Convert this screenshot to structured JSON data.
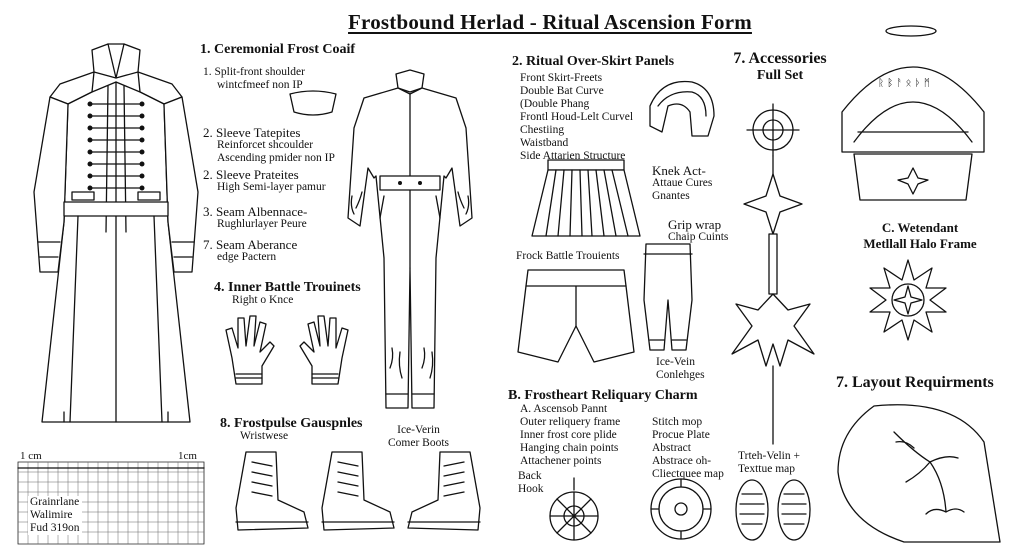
{
  "title": "Frostbound Herlad - Ritual Ascension Form",
  "section_coif": {
    "heading": "1. Ceremonial Frost Coaif",
    "item1": [
      "1.  Split-front shoulder",
      "wintcfmeef non IP"
    ],
    "item2": [
      "2.  Sleeve Tatepites",
      "Reinforcet shcoulder",
      "Ascending pmider non IP"
    ],
    "item3": [
      "2.  Sleeve Prateites",
      "High Semi-layer pamur"
    ],
    "item4": [
      "3.  Seam Albennace-",
      "Rughlurlayer Peure"
    ],
    "item5": [
      "7.  Seam Aberance",
      "edge Pactern"
    ]
  },
  "section_gloves": {
    "heading": "4. Inner Battle Trouinets",
    "sub": "Right  o Knce"
  },
  "section_gauntlets": {
    "heading": "8. Frostpulse Gauspnles",
    "sub": "Wristwese"
  },
  "boots_label": [
    "Ice-Verin",
    "Comer Boots"
  ],
  "scale": {
    "left": "1 cm",
    "right": "1cm",
    "lines": [
      "Grainrlane",
      "Walimire",
      "Fud 319on"
    ]
  },
  "section_skirt": {
    "heading": "2. Ritual Over-Skirt Panels",
    "items": [
      "Front Skirt-Freets",
      "Double Bat Curve",
      "(Double Phang",
      "Frontl Houd-Lelt Curvel",
      "Chestiing",
      "Waistband",
      "Side Attarien Structure"
    ]
  },
  "knee_label": [
    "Knek Act-",
    "Attaue Cures",
    "Gnantes"
  ],
  "grip_label": [
    "Grip wrap",
    "Chaip Cuints"
  ],
  "frock_label": "Frock Battle Trouients",
  "icevein_label": [
    "Ice-Vein",
    "Conlehges"
  ],
  "section_charm": {
    "heading": "B. Frostheart Reliquary Charm",
    "left": [
      "A. Ascensob Pannt",
      "Outer reliquery frame",
      "Inner frost core plide",
      "Hanging chain points",
      "Attachener points"
    ],
    "right": [
      "Stitch mop",
      "Procue Plate",
      "Abstract",
      "Abstrace oh-",
      "Cliectquee map"
    ],
    "back": [
      "Back",
      "Hook"
    ]
  },
  "section_accessories": {
    "heading": [
      "7. Accessories",
      "Full Set"
    ]
  },
  "halo_label": [
    "C. Wetendant",
    "Metllall Halo Frame"
  ],
  "layout_heading": "7. Layout Requirments",
  "texture_label": [
    "Trteh-Velin +",
    "Texttue map"
  ]
}
